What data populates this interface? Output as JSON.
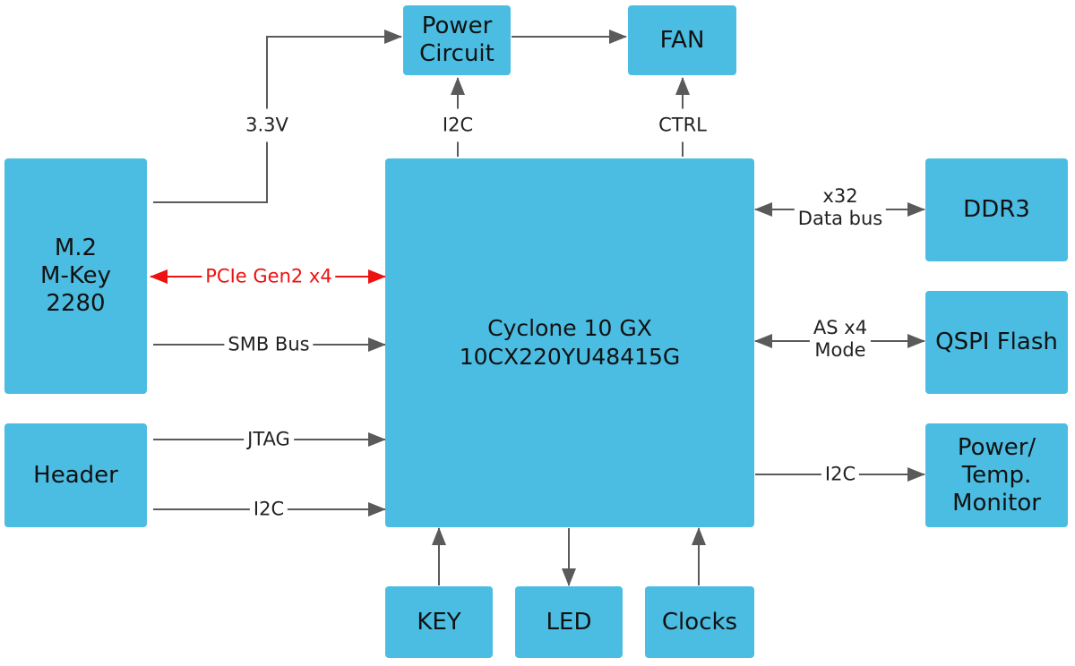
{
  "colors": {
    "block": "#4bbde2",
    "wire": "#5a5a5a",
    "highlight": "#ee1111"
  },
  "blocks": {
    "power_circuit": "Power\nCircuit",
    "fan": "FAN",
    "m2": "M.2\nM-Key\n2280",
    "header": "Header",
    "fpga": "Cyclone 10 GX\n10CX220YU48415G",
    "ddr3": "DDR3",
    "qspi": "QSPI Flash",
    "monitor": "Power/\nTemp.\nMonitor",
    "key": "KEY",
    "led": "LED",
    "clocks": "Clocks"
  },
  "links": {
    "v33": "3.3V",
    "i2c_power": "I2C",
    "ctrl_fan": "CTRL",
    "pcie": "PCIe Gen2 x4",
    "smb": "SMB Bus",
    "jtag": "JTAG",
    "i2c_header": "I2C",
    "ddr_bus": "x32\nData bus",
    "qspi_mode": "AS x4\nMode",
    "i2c_monitor": "I2C"
  }
}
